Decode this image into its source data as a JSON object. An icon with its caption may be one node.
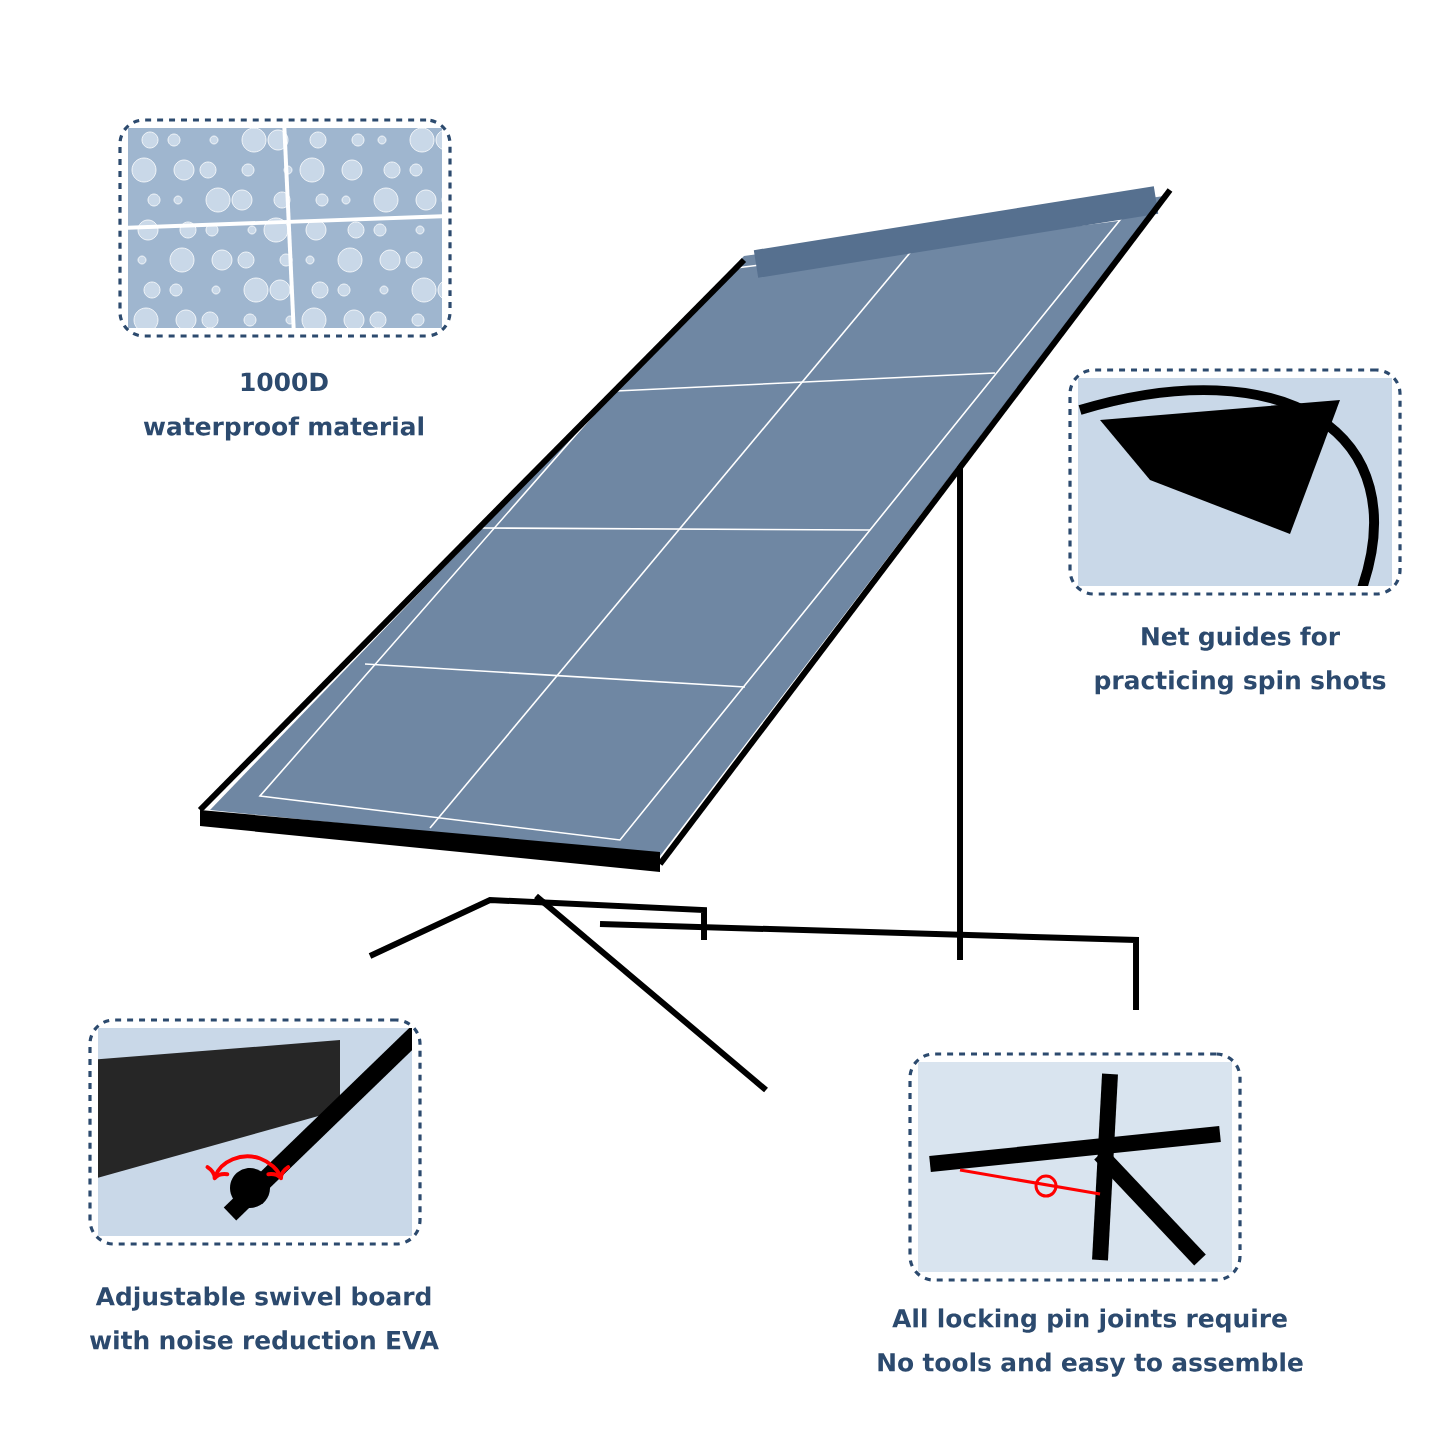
{
  "diagram": {
    "nodes": [
      {
        "text": [
          "1000D",
          "waterproof material"
        ]
      },
      {
        "text": [
          "Net guides for practicing spin shots"
        ]
      },
      {
        "text": [
          "Adjustable swivel board with noise reduction EVA"
        ]
      },
      {
        "text": [
          "All locking pin joints require",
          "No tools and easy to assemble"
        ]
      }
    ]
  }
}
